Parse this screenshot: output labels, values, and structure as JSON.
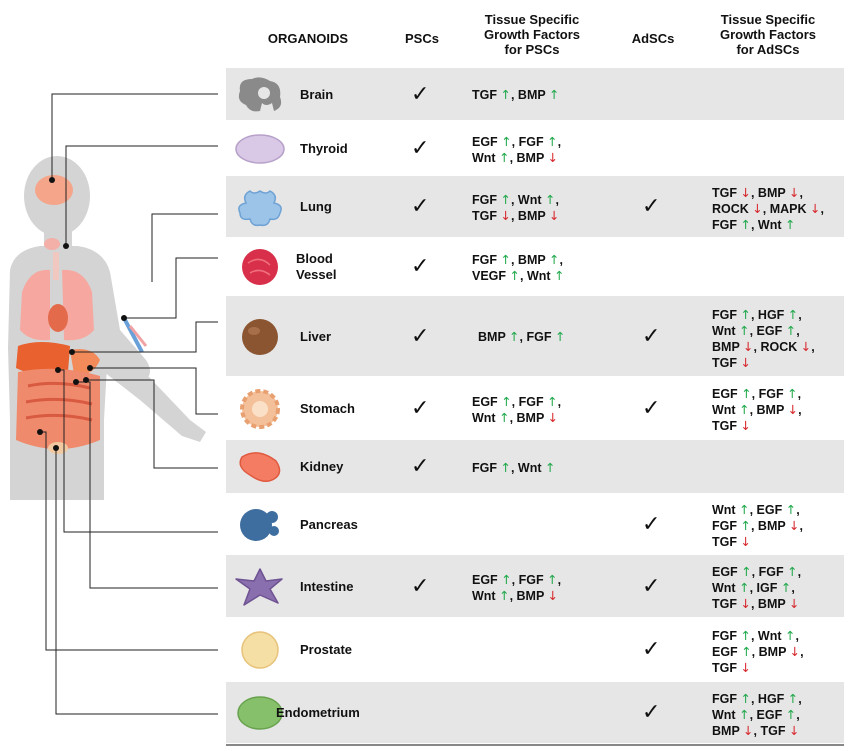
{
  "header": {
    "organoids": "ORGANOIDS",
    "pscs": "PSCs",
    "gf_pscs": [
      "Tissue Specific",
      "Growth Factors",
      "for PSCs"
    ],
    "adscs": "AdSCs",
    "gf_adscs": [
      "Tissue Specific",
      "Growth Factors",
      "for AdSCs"
    ]
  },
  "check_symbol": "✓",
  "colors": {
    "up": "#1fa84a",
    "down": "#d6262a",
    "row_shade": "#e6e6e6"
  },
  "rows": [
    {
      "name": [
        "Brain"
      ],
      "icon": "brain-organoid-icon",
      "psc": true,
      "adsc": false,
      "psc_gf": [
        [
          [
            "TGF",
            "up"
          ],
          [
            "BMP",
            "up"
          ]
        ]
      ],
      "adsc_gf": []
    },
    {
      "name": [
        "Thyroid"
      ],
      "icon": "thyroid-organoid-icon",
      "psc": true,
      "adsc": false,
      "psc_gf": [
        [
          [
            "EGF",
            "up"
          ],
          [
            "FGF",
            "up"
          ]
        ],
        [
          [
            "Wnt",
            "up"
          ],
          [
            "BMP",
            "down"
          ]
        ]
      ],
      "adsc_gf": []
    },
    {
      "name": [
        "Lung"
      ],
      "icon": "lung-organoid-icon",
      "psc": true,
      "adsc": true,
      "psc_gf": [
        [
          [
            "FGF",
            "up"
          ],
          [
            "Wnt",
            "up"
          ]
        ],
        [
          [
            "TGF",
            "down"
          ],
          [
            "BMP",
            "down"
          ]
        ]
      ],
      "adsc_gf": [
        [
          [
            "TGF",
            "down"
          ],
          [
            "BMP",
            "down"
          ]
        ],
        [
          [
            "ROCK",
            "down"
          ],
          [
            "MAPK",
            "down"
          ]
        ],
        [
          [
            "FGF",
            "up"
          ],
          [
            "Wnt",
            "up"
          ]
        ]
      ]
    },
    {
      "name": [
        "Blood",
        "Vessel"
      ],
      "icon": "blood-vessel-organoid-icon",
      "psc": true,
      "adsc": false,
      "psc_gf": [
        [
          [
            "FGF",
            "up"
          ],
          [
            "BMP",
            "up"
          ]
        ],
        [
          [
            "VEGF",
            "up"
          ],
          [
            "Wnt",
            "up"
          ]
        ]
      ],
      "adsc_gf": []
    },
    {
      "name": [
        "Liver"
      ],
      "icon": "liver-organoid-icon",
      "psc": true,
      "adsc": true,
      "psc_gf": [
        [
          [
            "BMP",
            "up"
          ],
          [
            "FGF",
            "up"
          ]
        ]
      ],
      "adsc_gf": [
        [
          [
            "FGF",
            "up"
          ],
          [
            "HGF",
            "up"
          ]
        ],
        [
          [
            "Wnt",
            "up"
          ],
          [
            "EGF",
            "up"
          ]
        ],
        [
          [
            "BMP",
            "down"
          ],
          [
            "ROCK",
            "down"
          ]
        ],
        [
          [
            "TGF",
            "down"
          ]
        ]
      ]
    },
    {
      "name": [
        "Stomach"
      ],
      "icon": "stomach-organoid-icon",
      "psc": true,
      "adsc": true,
      "psc_gf": [
        [
          [
            "EGF",
            "up"
          ],
          [
            "FGF",
            "up"
          ]
        ],
        [
          [
            "Wnt",
            "up"
          ],
          [
            "BMP",
            "down"
          ]
        ]
      ],
      "adsc_gf": [
        [
          [
            "EGF",
            "up"
          ],
          [
            "FGF",
            "up"
          ]
        ],
        [
          [
            "Wnt",
            "up"
          ],
          [
            "BMP",
            "down"
          ]
        ],
        [
          [
            "TGF",
            "down"
          ]
        ]
      ]
    },
    {
      "name": [
        "Kidney"
      ],
      "icon": "kidney-organoid-icon",
      "psc": true,
      "adsc": false,
      "psc_gf": [
        [
          [
            "FGF",
            "up"
          ],
          [
            "Wnt",
            "up"
          ]
        ]
      ],
      "adsc_gf": []
    },
    {
      "name": [
        "Pancreas"
      ],
      "icon": "pancreas-organoid-icon",
      "psc": false,
      "adsc": true,
      "psc_gf": [],
      "adsc_gf": [
        [
          [
            "Wnt",
            "up"
          ],
          [
            "EGF",
            "up"
          ]
        ],
        [
          [
            "FGF",
            "up"
          ],
          [
            "BMP",
            "down"
          ]
        ],
        [
          [
            "TGF",
            "down"
          ]
        ]
      ]
    },
    {
      "name": [
        "Intestine"
      ],
      "icon": "intestine-organoid-icon",
      "psc": true,
      "adsc": true,
      "psc_gf": [
        [
          [
            "EGF",
            "up"
          ],
          [
            "FGF",
            "up"
          ]
        ],
        [
          [
            "Wnt",
            "up"
          ],
          [
            "BMP",
            "down"
          ]
        ]
      ],
      "adsc_gf": [
        [
          [
            "EGF",
            "up"
          ],
          [
            "FGF",
            "up"
          ]
        ],
        [
          [
            "Wnt",
            "up"
          ],
          [
            "IGF",
            "up"
          ]
        ],
        [
          [
            "TGF",
            "down"
          ],
          [
            "BMP",
            "down"
          ]
        ]
      ]
    },
    {
      "name": [
        "Prostate"
      ],
      "icon": "prostate-organoid-icon",
      "psc": false,
      "adsc": true,
      "psc_gf": [],
      "adsc_gf": [
        [
          [
            "FGF",
            "up"
          ],
          [
            "Wnt",
            "up"
          ]
        ],
        [
          [
            "EGF",
            "up"
          ],
          [
            "BMP",
            "down"
          ]
        ],
        [
          [
            "TGF",
            "down"
          ]
        ]
      ]
    },
    {
      "name": [
        "Endometrium"
      ],
      "icon": "endometrium-organoid-icon",
      "psc": false,
      "adsc": true,
      "psc_gf": [],
      "adsc_gf": [
        [
          [
            "FGF",
            "up"
          ],
          [
            "HGF",
            "up"
          ]
        ],
        [
          [
            "Wnt",
            "up"
          ],
          [
            "EGF",
            "up"
          ]
        ],
        [
          [
            "BMP",
            "down"
          ],
          [
            "TGF",
            "down"
          ]
        ]
      ]
    }
  ]
}
